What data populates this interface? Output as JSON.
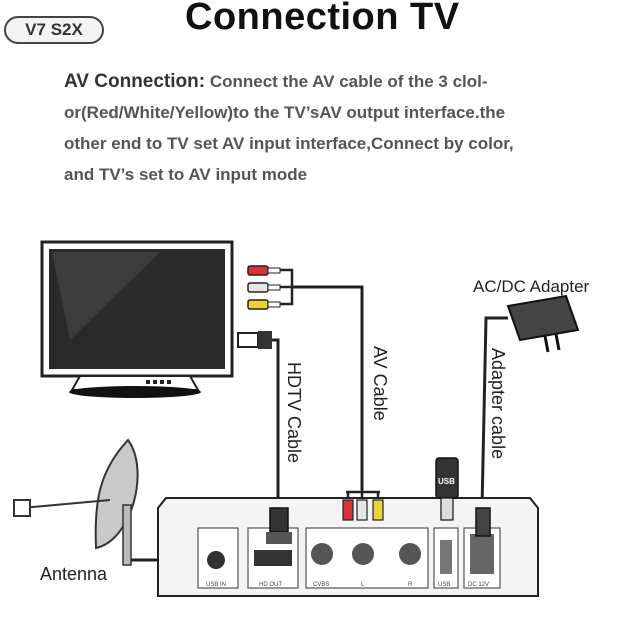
{
  "header": {
    "model_badge": "V7 S2X",
    "title": "Connection TV"
  },
  "instructions": {
    "lead": "AV Connection:",
    "line1": " Connect the AV cable of the 3 clol-",
    "line2": "or(Red/White/Yellow)to the TV’sAV output interface.the",
    "line3": "other end to TV set AV input interface,Connect by color,",
    "line4": "and TV’s set to AV input mode"
  },
  "labels": {
    "adapter": "AC/DC Adapter",
    "av_cable": "AV Cable",
    "hdtv_cable": "HDTV Cable",
    "adapter_cable": "Adapter cable",
    "antenna": "Antenna",
    "usb_stick": "USB"
  },
  "ports": {
    "usb_in": "USB IN",
    "hd_out": "HD OUT",
    "cvbs": "CVBS",
    "l": "L",
    "r": "R",
    "usb": "USB",
    "dc": "DC 12V"
  },
  "colors": {
    "red": "#d9333a",
    "white": "#e6e6e6",
    "yellow": "#e8d43a",
    "outline": "#222222"
  }
}
